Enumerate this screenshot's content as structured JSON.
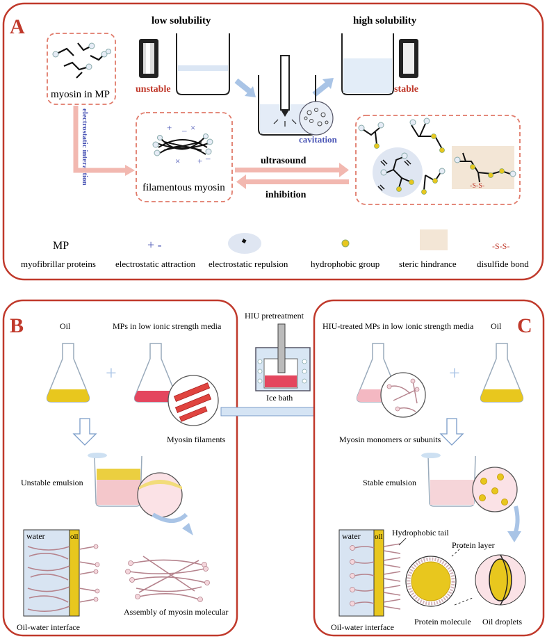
{
  "panel_a": {
    "letter": "A",
    "low_solubility": "low solubility",
    "high_solubility": "high solubility",
    "unstable": "unstable",
    "stable": "stable",
    "myosin_in_mp": "myosin in MP",
    "electrostatic_interaction": "electrostatic interaction",
    "filamentous_myosin": "filamentous myosin",
    "cavitation": "cavitation",
    "ultrasound": "ultrasound",
    "inhibition": "inhibition",
    "disulfide_inline": "-S-S-",
    "legend": {
      "mp": "MP",
      "mp_desc": "myofibrillar proteins",
      "plus_minus": "+ -",
      "electrostatic_attraction": "electrostatic attraction",
      "electrostatic_repulsion": "electrostatic repulsion",
      "hydrophobic_group": "hydrophobic  group",
      "steric_hindrance": "steric hindrance",
      "ss": "-S-S-",
      "disulfide_bond": "disulfide bond"
    }
  },
  "panel_b": {
    "letter": "B",
    "oil": "Oil",
    "mps_low_ionic": "MPs in low ionic strength media",
    "myosin_filaments": "Myosin filaments",
    "unstable_emulsion": "Unstable emulsion",
    "water": "water",
    "oil_label": "oil",
    "oil_water_interface": "Oil-water interface",
    "assembly": "Assembly of myosin molecular"
  },
  "middle": {
    "hiu_pretreatment": "HIU pretreatment",
    "ice_bath": "Ice bath"
  },
  "panel_c": {
    "letter": "C",
    "hiu_treated": "HIU-treated MPs in low ionic strength media",
    "oil": "Oil",
    "myosin_monomers": "Myosin monomers or subunits",
    "stable_emulsion": "Stable emulsion",
    "hydrophobic_tail": "Hydrophobic tail",
    "water": "water",
    "oil_label": "oil",
    "protein_layer": "Protein layer",
    "oil_water_interface": "Oil-water interface",
    "protein_molecule": "Protein molecule",
    "oil_droplets": "Oil droplets"
  },
  "colors": {
    "frame_red": "#c0392b",
    "dash_red": "#e07a6a",
    "arrow_pink": "#f2b8b0",
    "arrow_blue": "#a9c4e6",
    "accent_blue": "#4a55b5",
    "label_red": "#c0392b",
    "oil_yellow": "#e8c71e",
    "beige": "#f3e6d6"
  }
}
